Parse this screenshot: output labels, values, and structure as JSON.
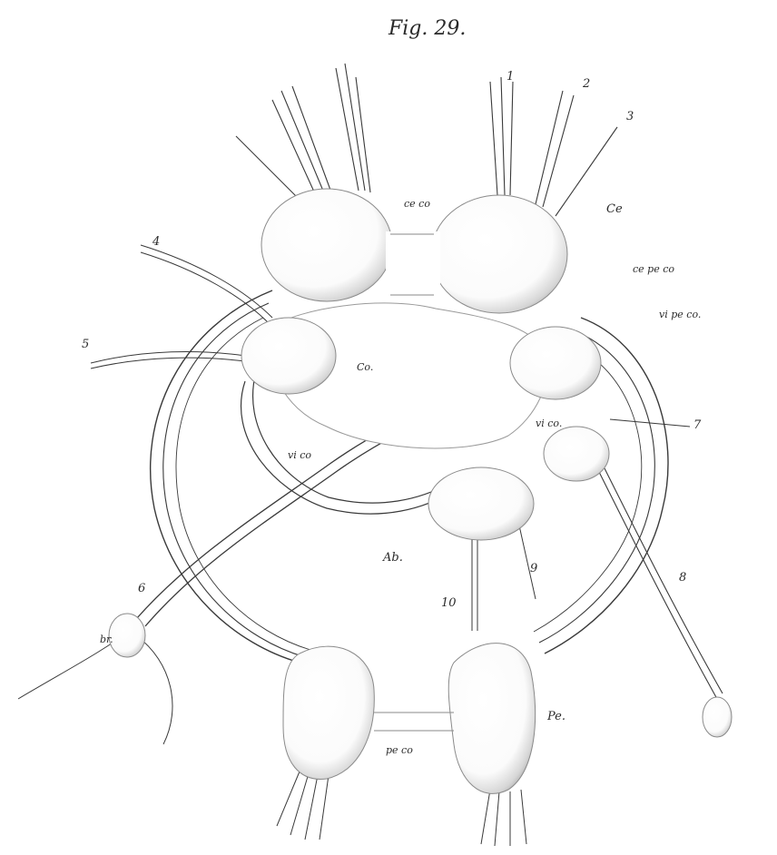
{
  "figure": {
    "title": "Fig. 29.",
    "nerve_numbers": [
      "1",
      "2",
      "3",
      "4",
      "5",
      "6",
      "7",
      "8",
      "9",
      "10"
    ],
    "labels": {
      "ce_co": "ce co",
      "ce": "Ce",
      "ce_pe_co": "ce pe co",
      "vi_pe_co": "vi pe co.",
      "co": "Co.",
      "vi_co_left": "vi co",
      "vi_co_right": "vi co.",
      "ab": "Ab.",
      "br": "br.",
      "pe": "Pe.",
      "pe_co": "pe co"
    }
  },
  "colors": {
    "ink": "#2a2a2a",
    "ganglion_shadow": "#9a9a9a",
    "paper": "#ffffff"
  }
}
